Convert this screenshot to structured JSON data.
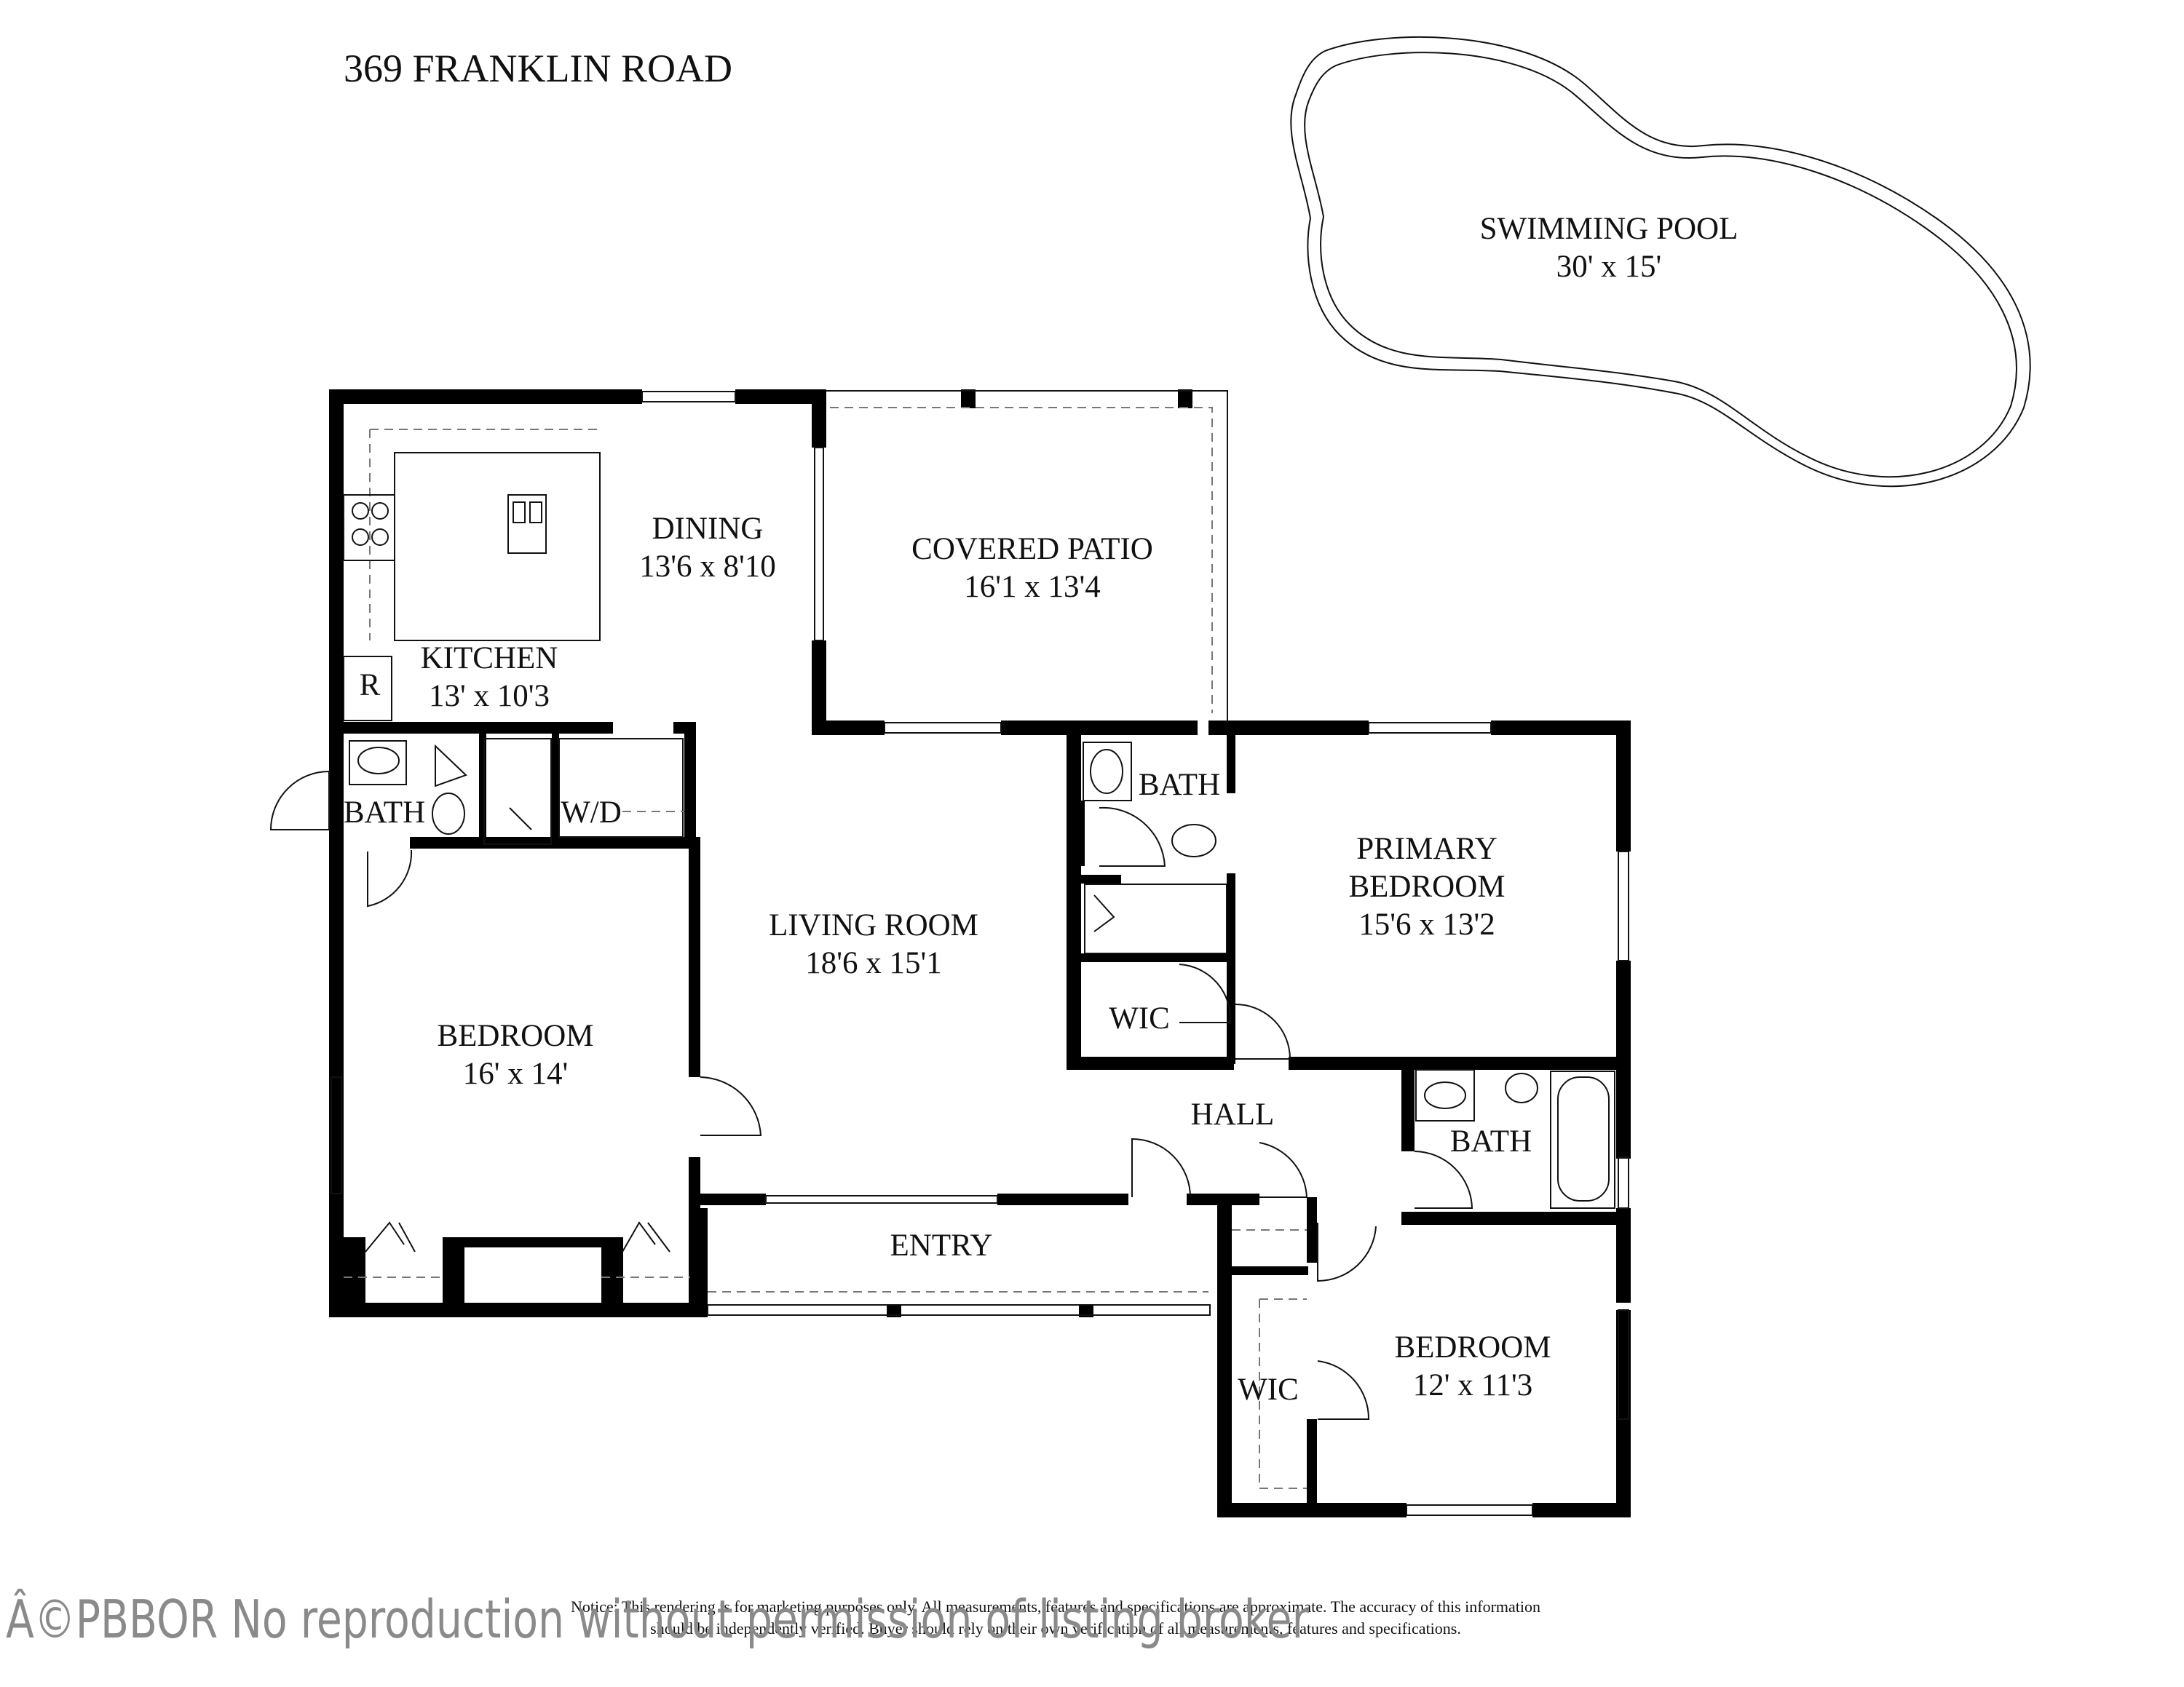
{
  "title": "369 FRANKLIN ROAD",
  "pool": {
    "name": "SWIMMING POOL",
    "size": "30' x 15'"
  },
  "rooms": {
    "dining": {
      "name": "DINING",
      "size": "13'6 x 8'10"
    },
    "covered_patio": {
      "name": "COVERED PATIO",
      "size": "16'1 x 13'4"
    },
    "kitchen": {
      "name": "KITCHEN",
      "size": "13' x 10'3"
    },
    "bath_west": {
      "name": "BATH"
    },
    "laundry": {
      "name": "W/D"
    },
    "bath_primary": {
      "name": "BATH"
    },
    "primary_bedroom": {
      "name_line1": "PRIMARY",
      "name_line2": "BEDROOM",
      "size": "15'6 x 13'2"
    },
    "living_room": {
      "name": "LIVING ROOM",
      "size": "18'6 x 15'1"
    },
    "bedroom_west": {
      "name": "BEDROOM",
      "size": "16' x 14'"
    },
    "wic_primary": {
      "name": "WIC"
    },
    "hall": {
      "name": "HALL"
    },
    "bath_east": {
      "name": "BATH"
    },
    "entry": {
      "name": "ENTRY"
    },
    "wic_south": {
      "name": "WIC"
    },
    "bedroom_south": {
      "name": "BEDROOM",
      "size": "12' x 11'3"
    }
  },
  "fixtures": {
    "refrigerator": "R"
  },
  "notice": {
    "line1": "Notice: This rendering is for marketing purposes only. All measurements, features and specifications are approximate. The accuracy of this information",
    "line2": "should be independently verified. Buyer should rely on their own verification of all measurements, features and specifications."
  },
  "watermark": "Â©PBBOR No reproduction without permission of listing broker",
  "colors": {
    "walls": "#000000",
    "background": "#ffffff",
    "watermark": "#8a8a8a"
  }
}
